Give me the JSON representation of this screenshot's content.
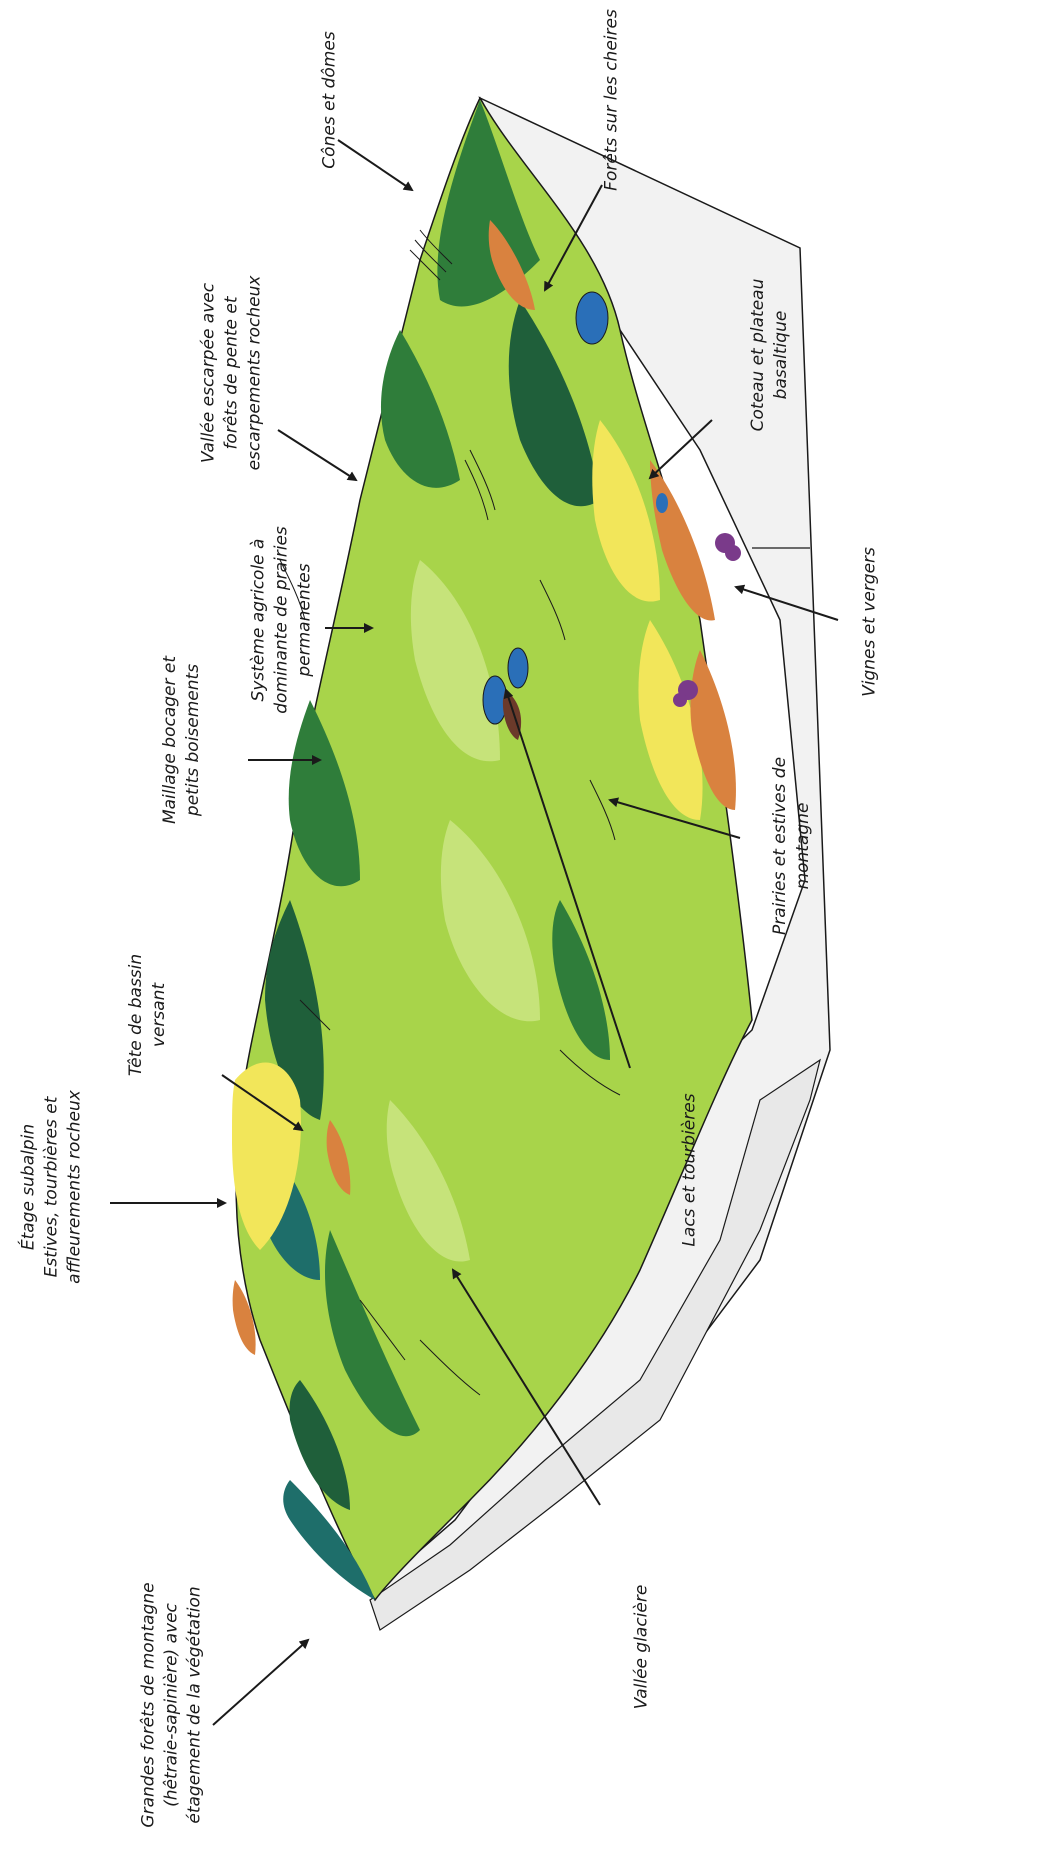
{
  "labels": {
    "cones_domes": [
      "Cônes et dômes"
    ],
    "forets_cheires": [
      "Forêts sur les cheires"
    ],
    "vallee_escarpee": [
      "Vallée escarpée avec",
      "forêts de pente et",
      "escarpements rocheux"
    ],
    "coteau_plateau": [
      "Coteau et plateau",
      "basaltique"
    ],
    "systeme_agricole": [
      "Système agricole à",
      "dominante de prairies",
      "permanentes"
    ],
    "vignes_vergers": [
      "Vignes et vergers"
    ],
    "maillage_bocager": [
      "Maillage bocager et",
      "petits boisements"
    ],
    "prairies_estives": [
      "Prairies et estives de",
      "montagne"
    ],
    "tete_bassin": [
      "Tête de bassin",
      "versant"
    ],
    "etage_subalpin": [
      "Étage subalpin",
      "Estives, tourbières et",
      "affleurements rocheux"
    ],
    "lacs_tourbieres": [
      "Lacs et tourbières"
    ],
    "grandes_forets": [
      "Grandes forêts de montagne",
      "(hêtraie-sapinière) avec",
      "étagement de la végétation"
    ],
    "vallee_glaciere": [
      "Vallée glacière"
    ]
  },
  "colors": {
    "meadow": "#a8d44a",
    "meadow_light": "#c6e37a",
    "forest": "#2f7d3a",
    "forest_dark": "#1f5f3a",
    "teal_forest": "#1e6e6a",
    "yellow": "#f2e65a",
    "orange_rock": "#d9823f",
    "lake": "#2a6fb8",
    "vineyard": "#7a3a8a",
    "block_side": "#f2f2f2",
    "outline": "#1a1a1a"
  }
}
